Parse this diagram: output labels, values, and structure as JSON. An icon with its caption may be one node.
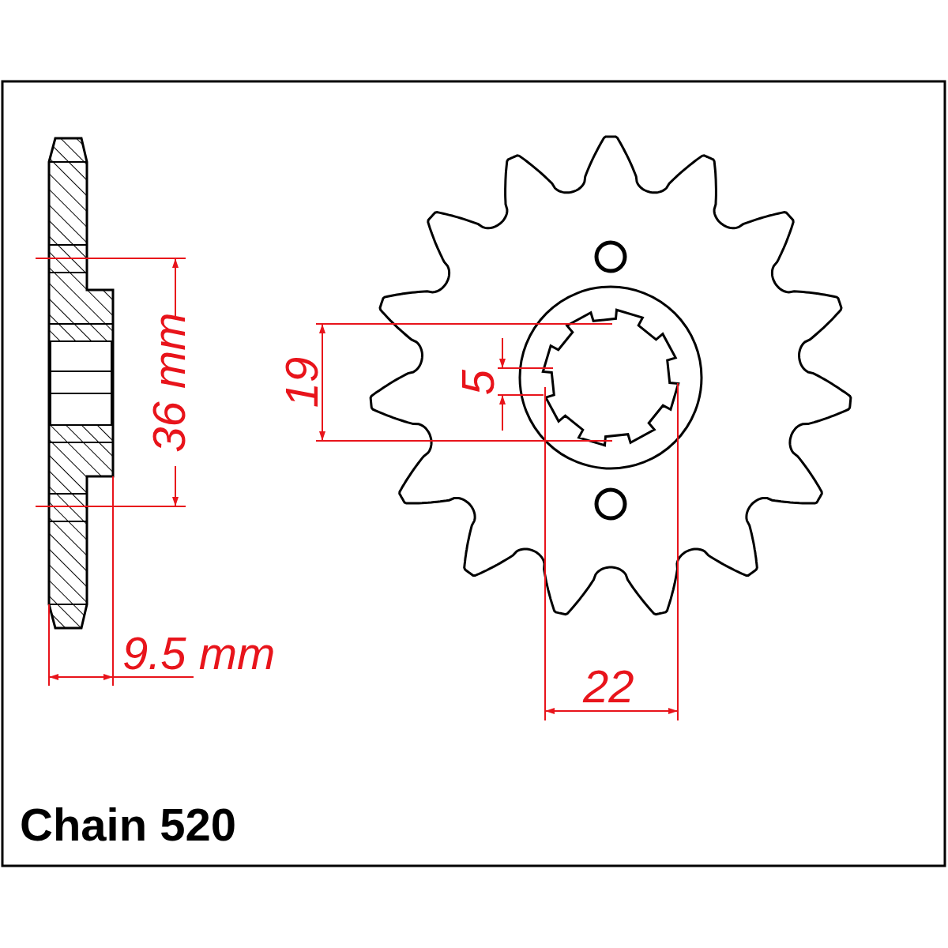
{
  "diagram": {
    "labels": [
      "36 *mm*",
      "19",
      "5",
      "9.5 *mm*",
      "22",
      "Chain 520"
    ]
  }
}
